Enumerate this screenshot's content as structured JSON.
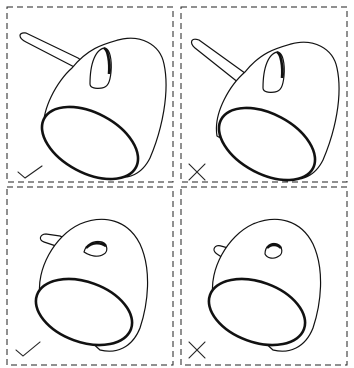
{
  "panels": [
    {
      "id": "top-left",
      "verdict": "check",
      "horn": "long",
      "eye": "tall"
    },
    {
      "id": "top-right",
      "verdict": "cross",
      "horn": "long",
      "eye": "tall"
    },
    {
      "id": "bottom-left",
      "verdict": "check",
      "horn": "short",
      "eye": "small"
    },
    {
      "id": "bottom-right",
      "verdict": "cross",
      "horn": "short",
      "eye": "small"
    }
  ]
}
